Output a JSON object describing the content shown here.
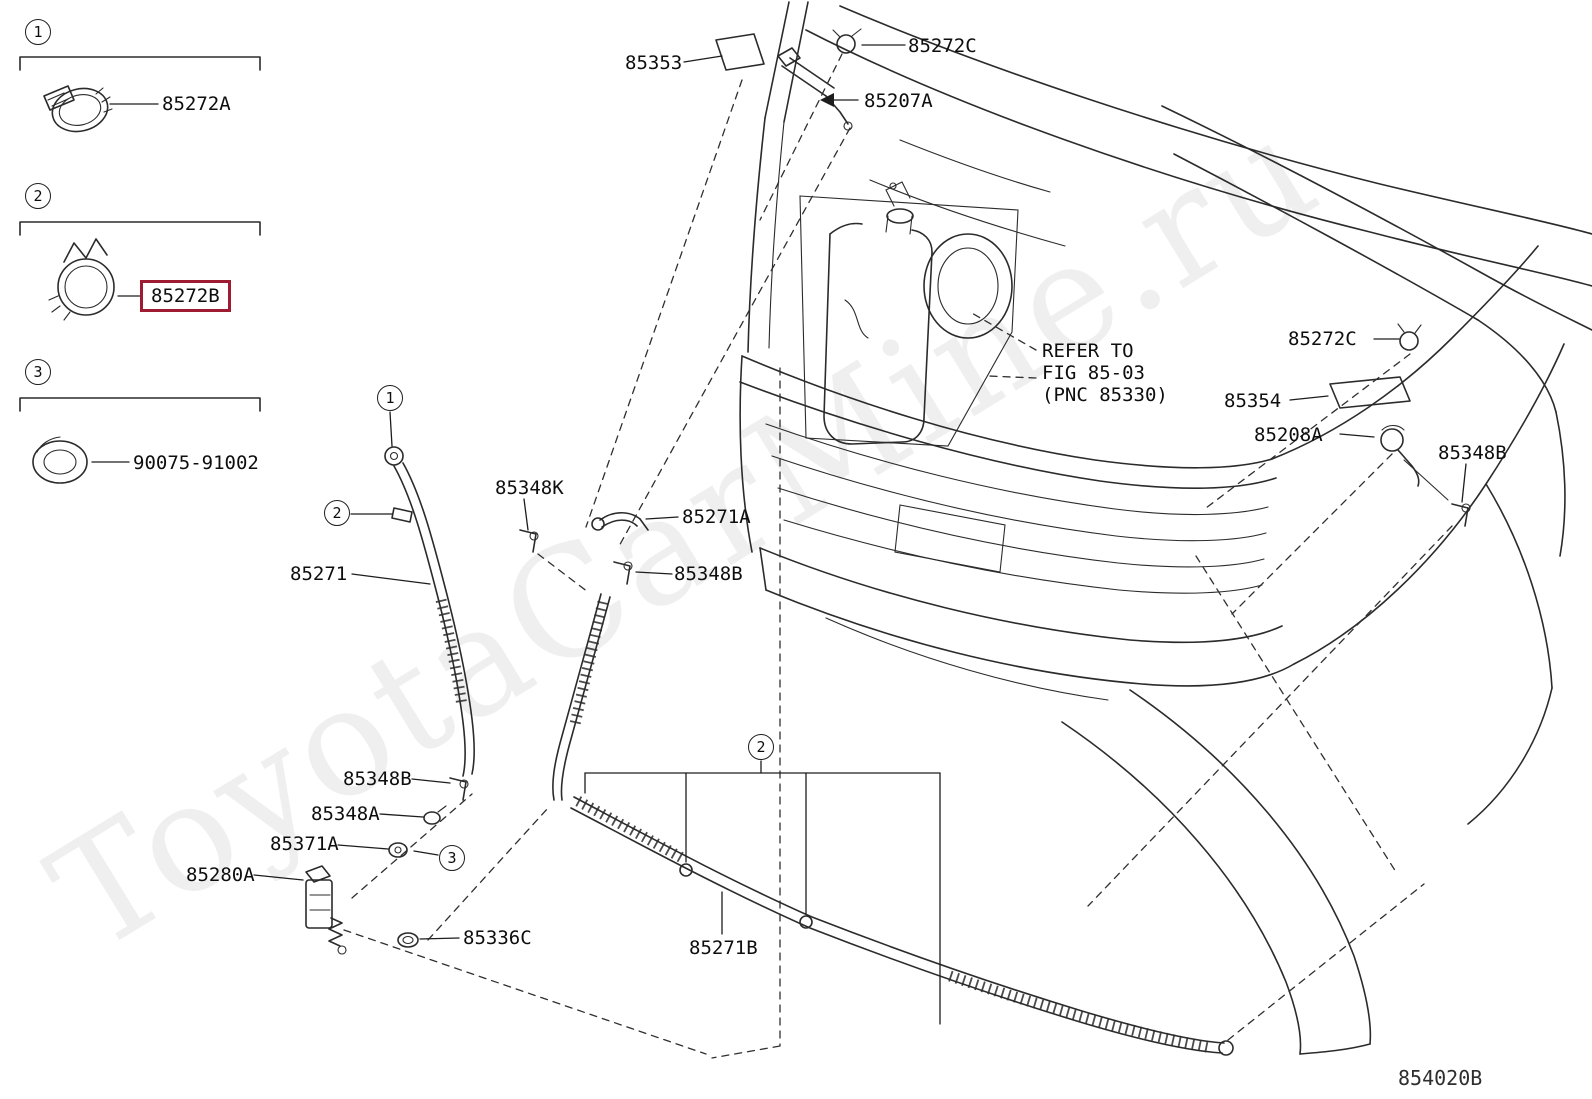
{
  "watermark": "ToyotaCarMine.ru",
  "diagram_code": "854020B",
  "highlight_color": "#9e1b32",
  "legend": [
    {
      "num": "1",
      "part": "85272A"
    },
    {
      "num": "2",
      "part": "85272B",
      "highlighted": true
    },
    {
      "num": "3",
      "part": "90075-91002"
    }
  ],
  "markers": {
    "d1": "1",
    "d2": "2",
    "d3": "3",
    "d2b": "2"
  },
  "labels": {
    "p85353": "85353",
    "p85272c_top": "85272C",
    "p85207a": "85207A",
    "p85272c_right": "85272C",
    "p85354": "85354",
    "p85208a": "85208A",
    "p85348b_right": "85348B",
    "p85348k": "85348K",
    "p85271a": "85271A",
    "p85348b_mid": "85348B",
    "p85271": "85271",
    "p85348b_low": "85348B",
    "p85348a": "85348A",
    "p85371a": "85371A",
    "p85280a": "85280A",
    "p85336c": "85336C",
    "p85271b": "85271B"
  },
  "note": {
    "line1": "REFER TO",
    "line2": "FIG 85-03",
    "line3": "(PNC 85330)"
  }
}
